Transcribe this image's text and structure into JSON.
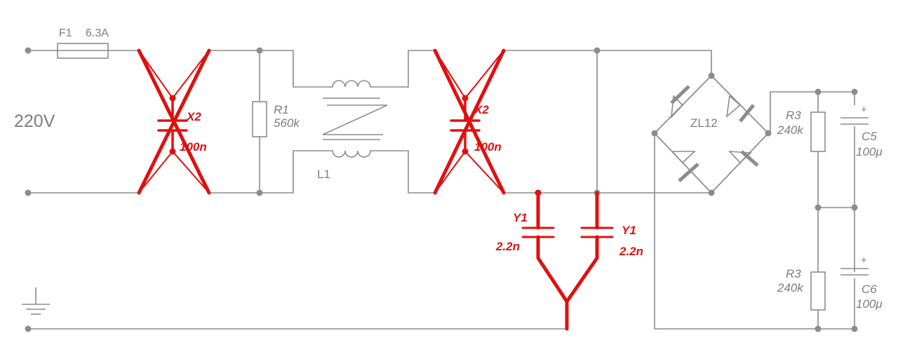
{
  "supply": {
    "voltage": "220V"
  },
  "fuse": {
    "ref": "F1",
    "value": "6.3A"
  },
  "x_cap_1": {
    "ref": "X2",
    "value": "100n"
  },
  "r1": {
    "ref": "R1",
    "value": "560k"
  },
  "choke": {
    "ref": "L1"
  },
  "x_cap_2": {
    "ref": "X2",
    "value": "100n"
  },
  "y_cap_left": {
    "ref": "Y1",
    "value": "2.2n"
  },
  "y_cap_right": {
    "ref": "Y1",
    "value": "2.2n"
  },
  "bridge": {
    "ref": "ZL12"
  },
  "r3_top": {
    "ref": "R3",
    "value": "240k"
  },
  "r3_bottom": {
    "ref": "R3",
    "value": "240k"
  },
  "c5": {
    "ref": "C5",
    "value": "100μ"
  },
  "c6": {
    "ref": "C6",
    "value": "100μ"
  },
  "colors": {
    "wire": "#8c8c8c",
    "annotation": "#e01010"
  }
}
